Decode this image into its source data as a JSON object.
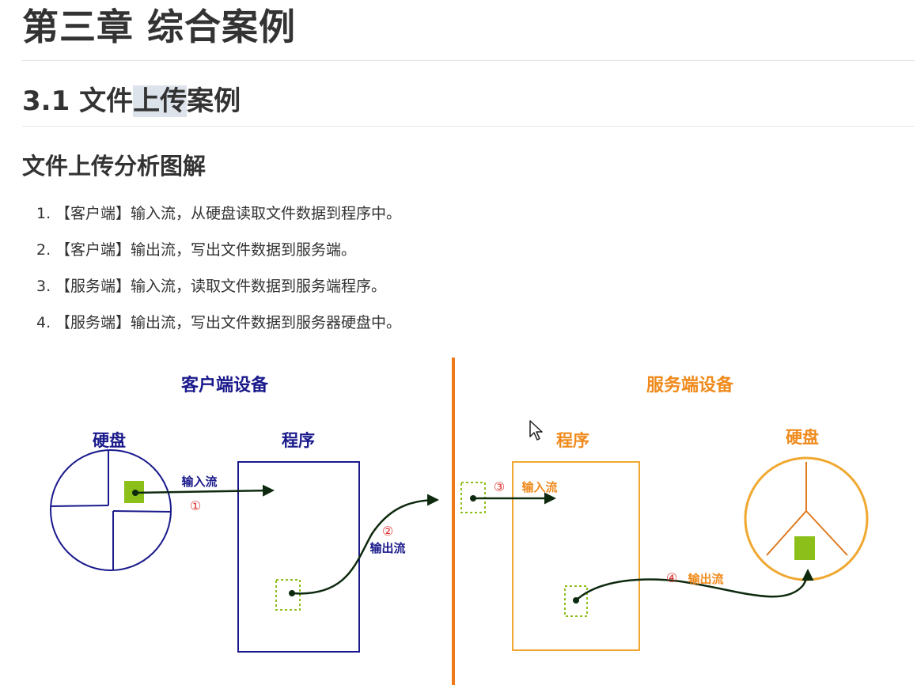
{
  "chapter_title": "第三章 综合案例",
  "section_title": {
    "number": "3.1",
    "pre": "文件",
    "highlight": "上传",
    "post": "案例"
  },
  "subsection_title": "文件上传分析图解",
  "steps": [
    {
      "num": "1.",
      "text": "【客户端】输入流，从硬盘读取文件数据到程序中。"
    },
    {
      "num": "2.",
      "text": "【客户端】输出流，写出文件数据到服务端。"
    },
    {
      "num": "3.",
      "text": "【服务端】输入流，读取文件数据到服务端程序。"
    },
    {
      "num": "4.",
      "text": "【服务端】输出流，写出文件数据到服务器硬盘中。"
    }
  ],
  "diagram": {
    "client_title": "客户端设备",
    "server_title": "服务端设备",
    "client_disk_label": "硬盘",
    "client_program_label": "程序",
    "server_program_label": "程序",
    "server_disk_label": "硬盘",
    "flow1_label": "输入流",
    "flow1_marker": "①",
    "flow2_label": "输出流",
    "flow2_marker": "②",
    "flow3_label": "输入流",
    "flow3_marker": "③",
    "flow4_label": "输出流",
    "flow4_marker": "④",
    "colors": {
      "client": "#1a1a8c",
      "server": "#f08a1c",
      "divider": "#f07a1a",
      "arrow": "#0e2a0e",
      "marker": "#e03030",
      "file": "#8dbf1a"
    }
  },
  "icons": [
    "cursor-pointer-icon"
  ]
}
